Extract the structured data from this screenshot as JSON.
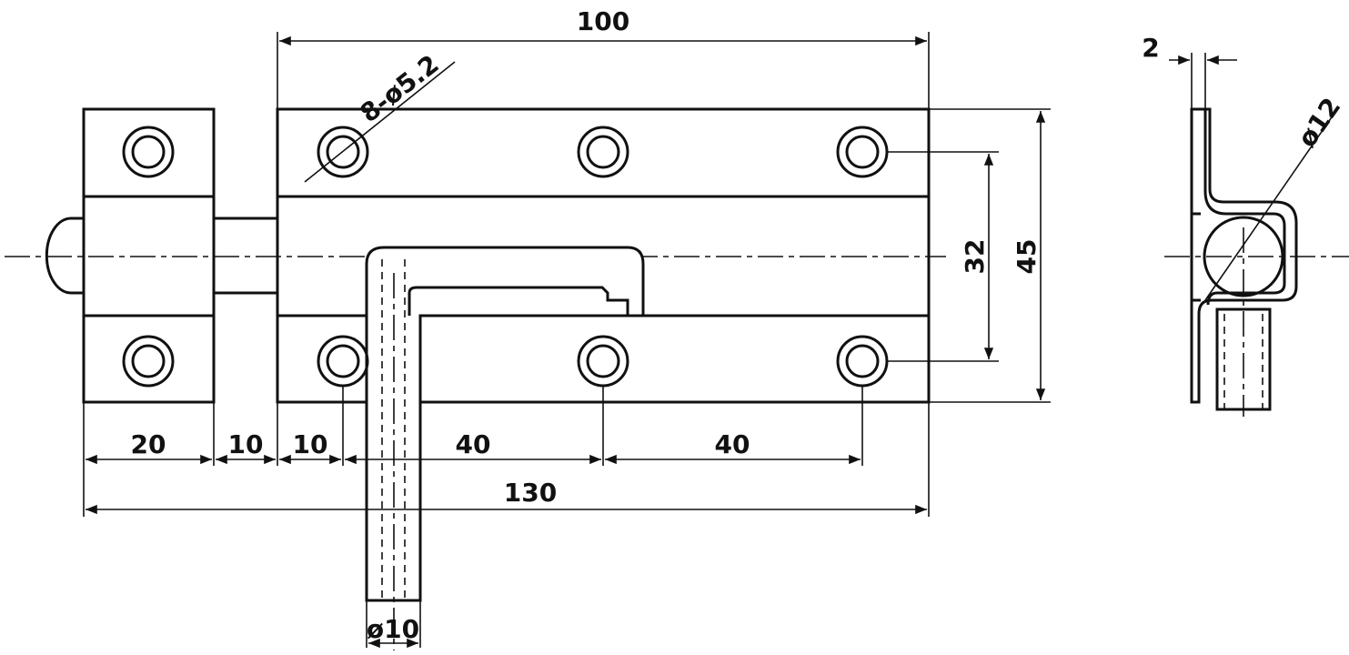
{
  "front_view": {
    "length_overall": "130",
    "length_plate": "100",
    "spacing_a": "20",
    "spacing_b": "10",
    "spacing_c": "10",
    "spacing_d": "40",
    "spacing_e": "40",
    "height_32": "32",
    "height_45": "45",
    "hole_callout": "8-ø5.2",
    "bolt_diameter": "ø10"
  },
  "side_view": {
    "thickness": "2",
    "barrel_diameter": "ø12"
  }
}
